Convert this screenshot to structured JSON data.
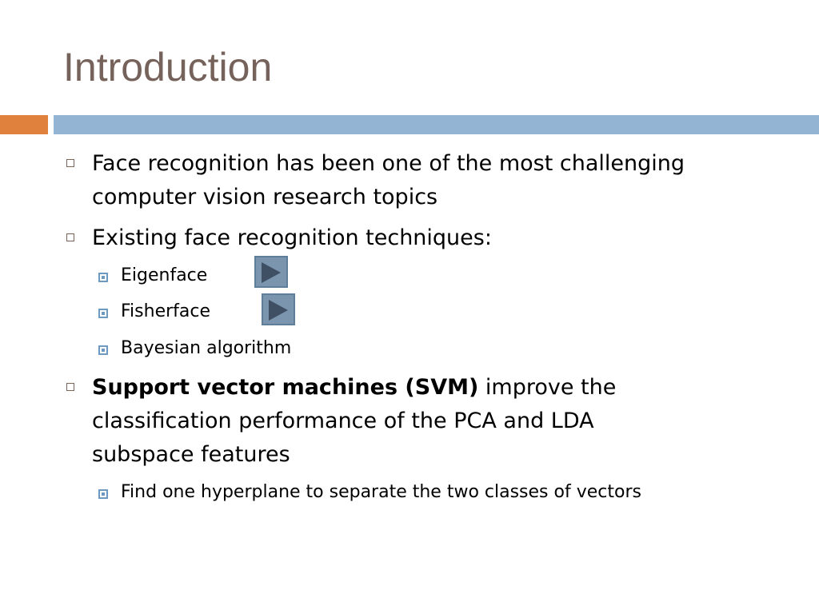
{
  "title": "Introduction",
  "colors": {
    "title": "#75625a",
    "accent_bar": "#e0823d",
    "main_bar": "#93b4d2",
    "text": "#000000"
  },
  "bullets": {
    "b1": {
      "line1": "Face recognition has been one of the most challenging",
      "line2": "computer vision research topics"
    },
    "b2": {
      "text": "Existing face recognition techniques:",
      "sub": [
        "Eigenface",
        "Fisherface",
        "Bayesian algorithm"
      ]
    },
    "b3": {
      "bold": "Support vector machines (SVM)",
      "line1_rest": " improve the",
      "line2": "classification performance of the PCA and LDA",
      "line3": "subspace features",
      "sub": [
        "Find one hyperplane to separate the two classes of vectors"
      ]
    }
  },
  "icons": {
    "play": "play-icon"
  }
}
